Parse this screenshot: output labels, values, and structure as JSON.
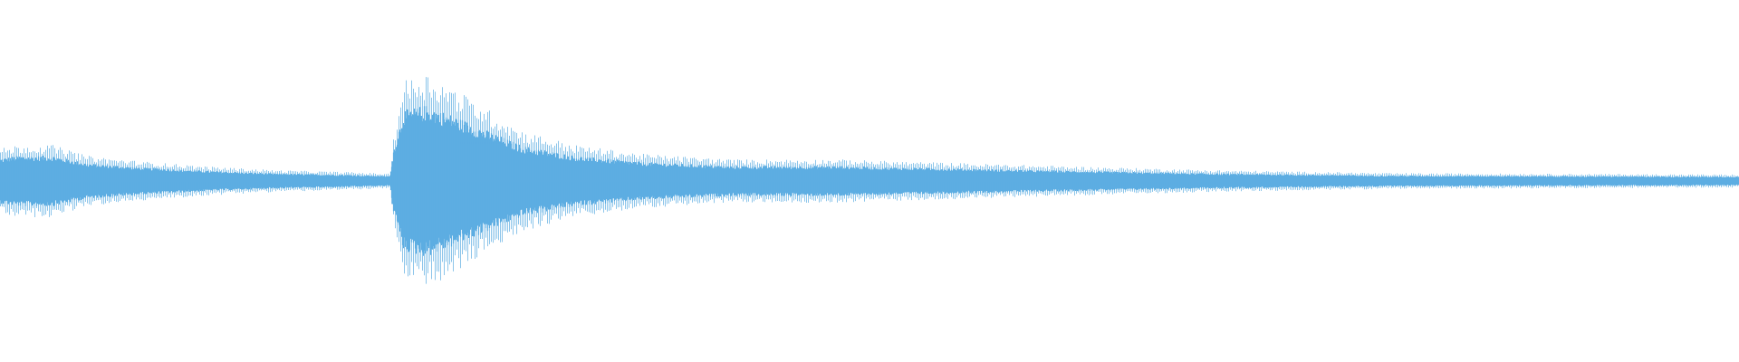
{
  "waveform": {
    "color": "#5DADE2",
    "background": "#FFFFFF",
    "envelope": [
      {
        "t": 0.0,
        "amp": 0.09
      },
      {
        "t": 0.01,
        "amp": 0.1
      },
      {
        "t": 0.03,
        "amp": 0.1
      },
      {
        "t": 0.05,
        "amp": 0.07
      },
      {
        "t": 0.08,
        "amp": 0.055
      },
      {
        "t": 0.12,
        "amp": 0.04
      },
      {
        "t": 0.16,
        "amp": 0.03
      },
      {
        "t": 0.2,
        "amp": 0.025
      },
      {
        "t": 0.224,
        "amp": 0.02
      },
      {
        "t": 0.226,
        "amp": 0.12
      },
      {
        "t": 0.232,
        "amp": 0.28
      },
      {
        "t": 0.245,
        "amp": 0.3
      },
      {
        "t": 0.26,
        "amp": 0.26
      },
      {
        "t": 0.28,
        "amp": 0.2
      },
      {
        "t": 0.3,
        "amp": 0.14
      },
      {
        "t": 0.33,
        "amp": 0.1
      },
      {
        "t": 0.37,
        "amp": 0.075
      },
      {
        "t": 0.42,
        "amp": 0.06
      },
      {
        "t": 0.48,
        "amp": 0.06
      },
      {
        "t": 0.55,
        "amp": 0.05
      },
      {
        "t": 0.62,
        "amp": 0.04
      },
      {
        "t": 0.7,
        "amp": 0.03
      },
      {
        "t": 0.8,
        "amp": 0.022
      },
      {
        "t": 0.9,
        "amp": 0.02
      },
      {
        "t": 1.0,
        "amp": 0.018
      }
    ]
  }
}
